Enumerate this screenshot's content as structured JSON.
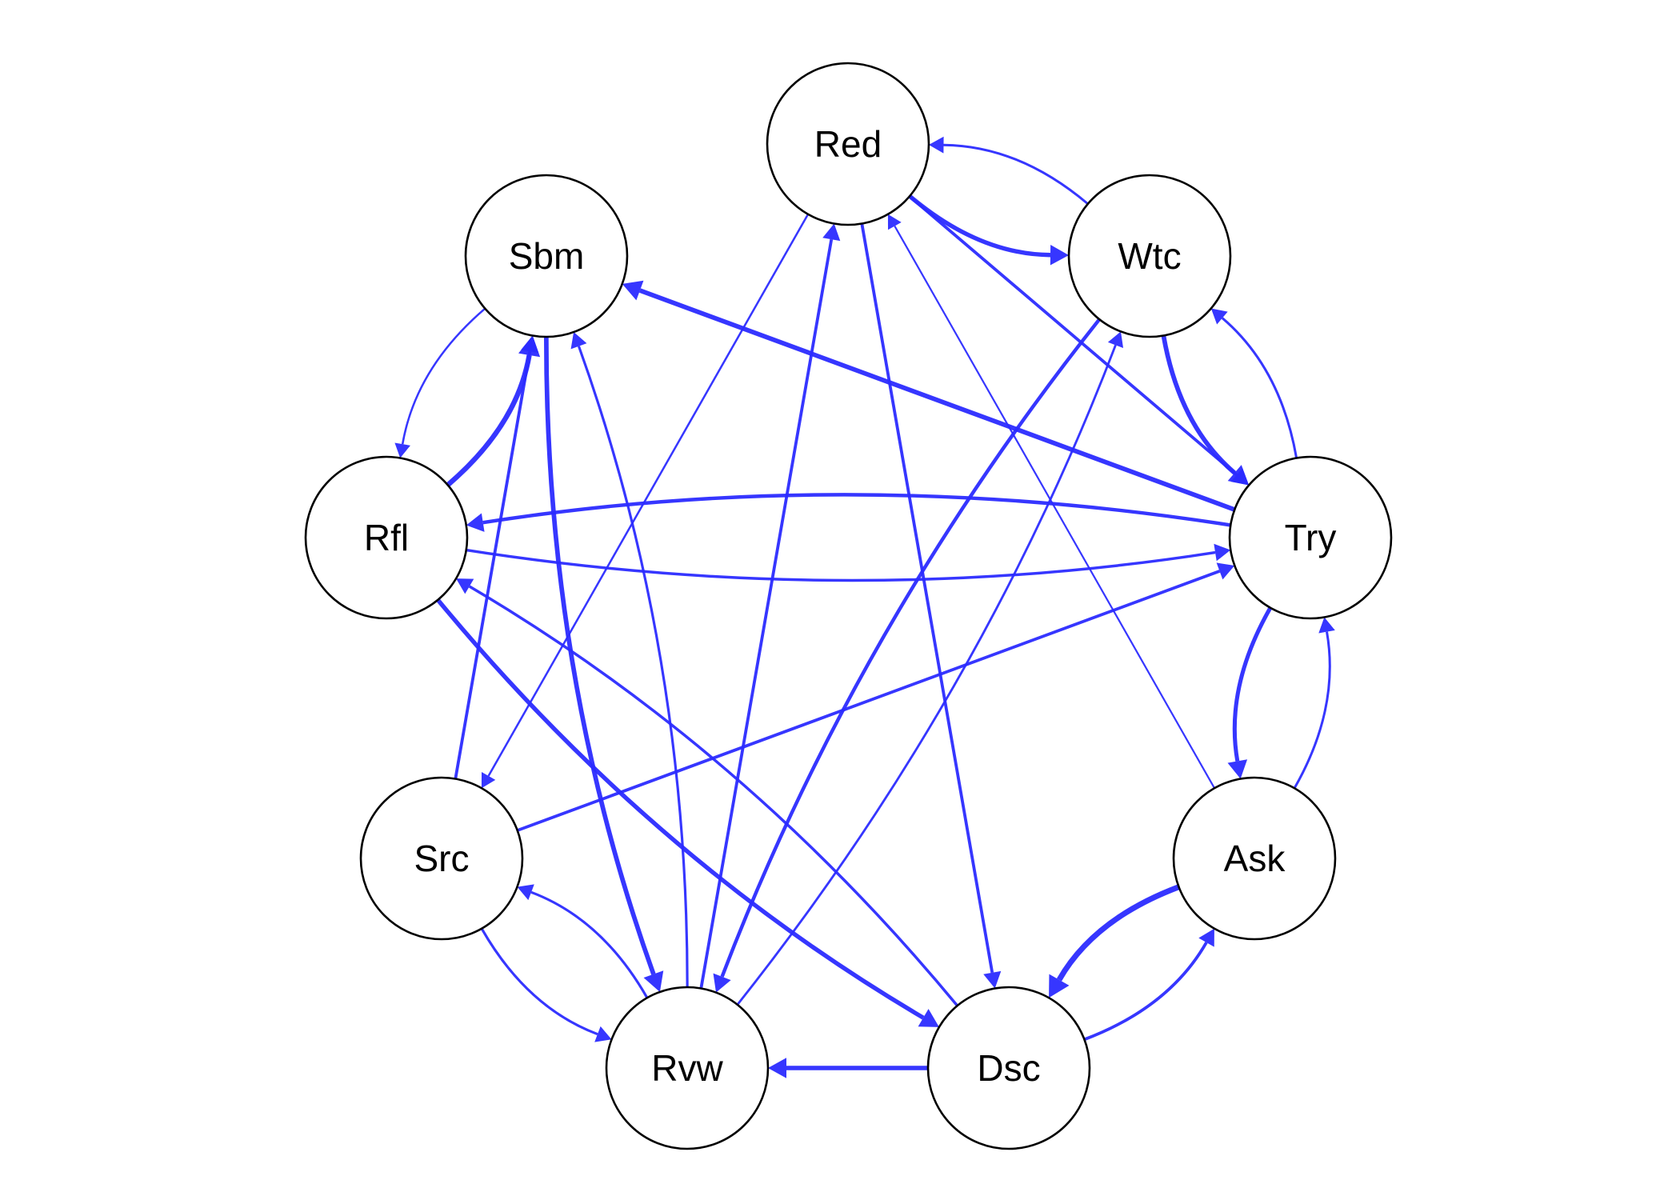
{
  "diagram": {
    "type": "directed-network",
    "edge_color": "#2b2bff",
    "node_stroke_color": "#000000",
    "node_fill_color": "#ffffff",
    "nodes": [
      {
        "id": "Red",
        "label": "Red"
      },
      {
        "id": "Wtc",
        "label": "Wtc"
      },
      {
        "id": "Try",
        "label": "Try"
      },
      {
        "id": "Ask",
        "label": "Ask"
      },
      {
        "id": "Dsc",
        "label": "Dsc"
      },
      {
        "id": "Rvw",
        "label": "Rvw"
      },
      {
        "id": "Src",
        "label": "Src"
      },
      {
        "id": "Rfl",
        "label": "Rfl"
      },
      {
        "id": "Sbm",
        "label": "Sbm"
      }
    ],
    "edges": [
      {
        "from": "Red",
        "to": "Wtc",
        "weight": 3
      },
      {
        "from": "Wtc",
        "to": "Red",
        "weight": 1.5
      },
      {
        "from": "Red",
        "to": "Src",
        "weight": 1.2
      },
      {
        "from": "Rvw",
        "to": "Red",
        "weight": 2
      },
      {
        "from": "Red",
        "to": "Dsc",
        "weight": 2
      },
      {
        "from": "Ask",
        "to": "Red",
        "weight": 1
      },
      {
        "from": "Red",
        "to": "Try",
        "weight": 2
      },
      {
        "from": "Try",
        "to": "Sbm",
        "weight": 3.2
      },
      {
        "from": "Wtc",
        "to": "Try",
        "weight": 3.2
      },
      {
        "from": "Try",
        "to": "Wtc",
        "weight": 1.5
      },
      {
        "from": "Try",
        "to": "Rfl",
        "weight": 2.4
      },
      {
        "from": "Rfl",
        "to": "Try",
        "weight": 1.8
      },
      {
        "from": "Src",
        "to": "Try",
        "weight": 2
      },
      {
        "from": "Try",
        "to": "Ask",
        "weight": 2.8
      },
      {
        "from": "Ask",
        "to": "Try",
        "weight": 1.5
      },
      {
        "from": "Ask",
        "to": "Dsc",
        "weight": 4
      },
      {
        "from": "Dsc",
        "to": "Ask",
        "weight": 2
      },
      {
        "from": "Dsc",
        "to": "Rvw",
        "weight": 3
      },
      {
        "from": "Rfl",
        "to": "Sbm",
        "weight": 3.6
      },
      {
        "from": "Sbm",
        "to": "Rfl",
        "weight": 1.2
      },
      {
        "from": "Src",
        "to": "Sbm",
        "weight": 2
      },
      {
        "from": "Sbm",
        "to": "Rvw",
        "weight": 3.2
      },
      {
        "from": "Rvw",
        "to": "Sbm",
        "weight": 1.6
      },
      {
        "from": "Src",
        "to": "Rvw",
        "weight": 1.6
      },
      {
        "from": "Rvw",
        "to": "Src",
        "weight": 1.6
      },
      {
        "from": "Rfl",
        "to": "Dsc",
        "weight": 3
      },
      {
        "from": "Dsc",
        "to": "Rfl",
        "weight": 1.8
      },
      {
        "from": "Rvw",
        "to": "Wtc",
        "weight": 1.4
      },
      {
        "from": "Wtc",
        "to": "Rvw",
        "weight": 2.4
      }
    ]
  }
}
